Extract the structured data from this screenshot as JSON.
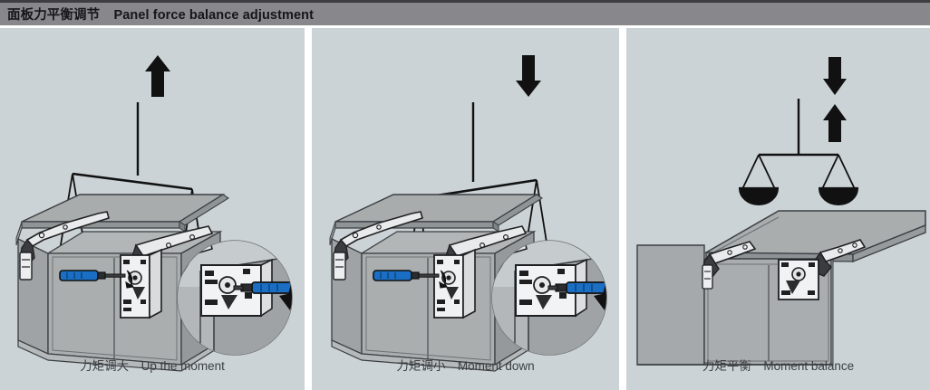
{
  "header": {
    "title_cn": "面板力平衡调节",
    "title_en": "Panel force balance adjustment",
    "bar_color": "#88878c",
    "text_color": "#15151a"
  },
  "panel_background": "#ccd3d6",
  "accent_color": "#1a6fc4",
  "panels": [
    {
      "id": "up-the-moment",
      "caption_cn": "力矩调大",
      "caption_en": "Up the moment",
      "balance": {
        "state": "tilt-left",
        "left_pan_filled": true,
        "right_pan_filled": false,
        "arrows": [
          "up"
        ]
      },
      "cabinet_view": "perspective-closed",
      "detail_inset": true,
      "tool": "screwdriver",
      "rotation_arrow": "clockwise"
    },
    {
      "id": "moment-down",
      "caption_cn": "力矩调小",
      "caption_en": "Moment down",
      "balance": {
        "state": "tilt-right",
        "left_pan_filled": false,
        "right_pan_filled": true,
        "arrows": [
          "down"
        ]
      },
      "cabinet_view": "perspective-closed",
      "detail_inset": true,
      "tool": "screwdriver",
      "rotation_arrow": "counter-clockwise"
    },
    {
      "id": "moment-balance",
      "caption_cn": "力矩平衡",
      "caption_en": "Moment balance",
      "balance": {
        "state": "level",
        "left_pan_filled": true,
        "right_pan_filled": true,
        "arrows": [
          "down",
          "up"
        ]
      },
      "cabinet_view": "front-lid-open",
      "detail_inset": false,
      "tool": "none",
      "rotation_arrow": "none"
    }
  ]
}
